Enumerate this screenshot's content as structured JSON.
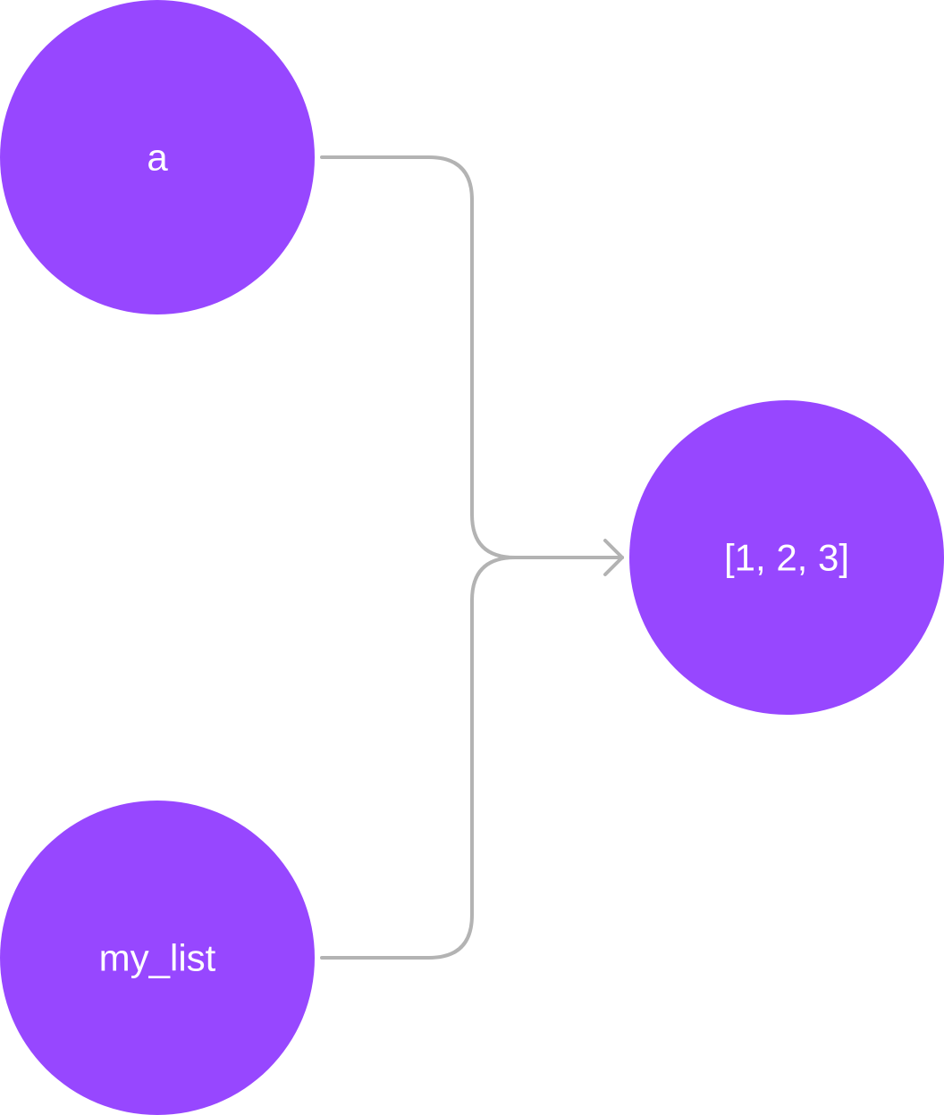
{
  "colors": {
    "node_fill": "#9747FF",
    "connector": "#B3B3B3",
    "label": "#FFFFFF",
    "background": "#FFFFFF"
  },
  "nodes": {
    "a": {
      "label": "a"
    },
    "my_list": {
      "label": "my_list"
    },
    "list_value": {
      "label": "[1, 2, 3]"
    }
  },
  "edges": [
    {
      "from": "a",
      "to": "list_value"
    },
    {
      "from": "my_list",
      "to": "list_value"
    }
  ]
}
